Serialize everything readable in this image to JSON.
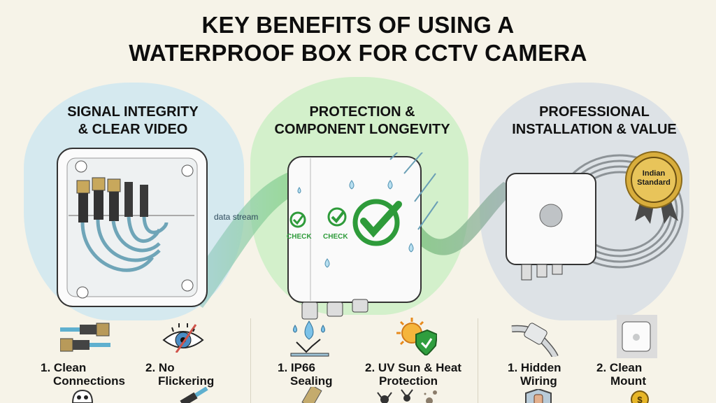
{
  "title": {
    "line1": "KEY BENEFITS OF USING A",
    "line2": "WATERPROOF BOX FOR CCTV CAMERA"
  },
  "sections": [
    {
      "heading_line1": "SIGNAL INTEGRITY",
      "heading_line2": "& CLEAR VIDEO",
      "color": "#d5e9ef",
      "annotation": "data stream",
      "benefits": [
        {
          "num": "1.",
          "line1": "Clean",
          "line2": "Connections",
          "icon": "bnc-connector-icon"
        },
        {
          "num": "2.",
          "line1": "No",
          "line2": "Flickering",
          "icon": "eye-crossed-icon"
        }
      ],
      "partial_icons": [
        "ghost-icon",
        "cable-plug-icon"
      ]
    },
    {
      "heading_line1": "PROTECTION &",
      "heading_line2": "COMPONENT LONGEVITY",
      "color": "#d3f0cb",
      "check_labels": [
        "CHECK",
        "CHECK"
      ],
      "benefits": [
        {
          "num": "1.",
          "line1": "IP66",
          "line2": "Sealing",
          "icon": "water-drop-repel-icon"
        },
        {
          "num": "2.",
          "line1": "UV Sun & Heat",
          "line2": "Protection",
          "icon": "sun-shield-icon"
        }
      ],
      "partial_icons": [
        "cable-gland-icon",
        "insects-dust-icon"
      ]
    },
    {
      "heading_line1": "PROFESSIONAL",
      "heading_line2": "INSTALLATION & VALUE",
      "color": "#dde2e6",
      "badge_line1": "Indian",
      "badge_line2": "Standard",
      "benefits": [
        {
          "num": "1.",
          "line1": "Hidden",
          "line2": "Wiring",
          "icon": "cable-gland-wire-icon"
        },
        {
          "num": "2.",
          "line1": "Clean",
          "line2": "Mount",
          "icon": "wall-box-icon"
        }
      ],
      "partial_icons": [
        "hand-shield-icon",
        "dollar-coin-icon"
      ]
    }
  ]
}
